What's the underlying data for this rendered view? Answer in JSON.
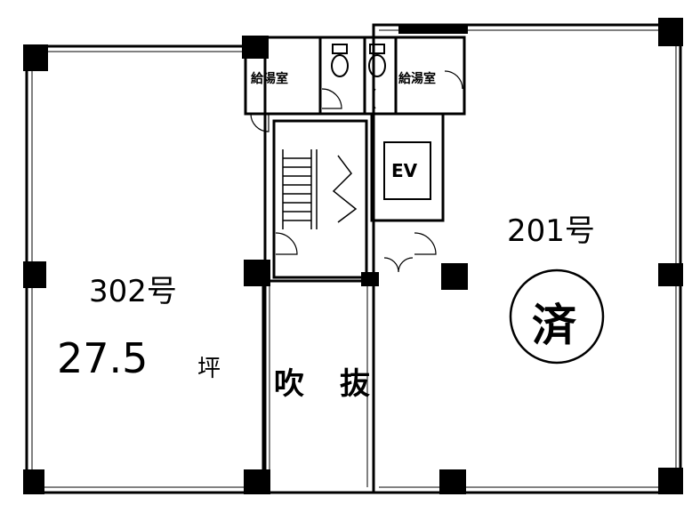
{
  "rooms": {
    "kitchenette_left": "給湯室",
    "kitchenette_right": "給湯室",
    "elevator": "EV",
    "unit_201": "201号",
    "unit_302": "302号",
    "unit_302_area_value": "27.5",
    "unit_302_area_unit": "坪",
    "void": "吹 抜",
    "contracted_mark": "済"
  }
}
